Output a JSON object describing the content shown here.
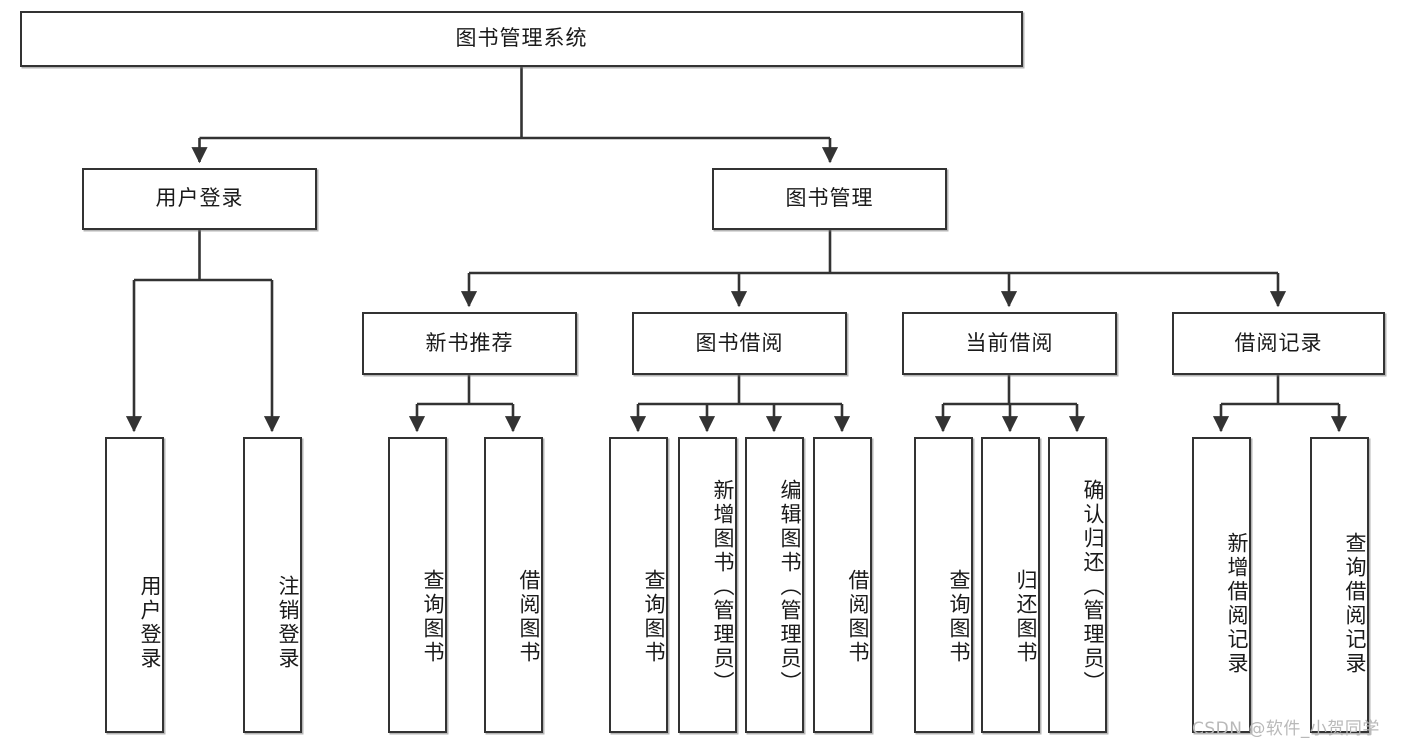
{
  "diagram": {
    "title": "图书管理系统",
    "type": "tree-hierarchy-chart",
    "root": {
      "label": "图书管理系统"
    },
    "level1": [
      {
        "label": "用户登录"
      },
      {
        "label": "图书管理"
      }
    ],
    "level2": [
      {
        "label": "新书推荐"
      },
      {
        "label": "图书借阅"
      },
      {
        "label": "当前借阅"
      },
      {
        "label": "借阅记录"
      }
    ],
    "leaves": {
      "user_login": [
        {
          "label": "用户登录"
        },
        {
          "label": "注销登录"
        }
      ],
      "new_book_recommend": [
        {
          "label": "查询图书"
        },
        {
          "label": "借阅图书"
        }
      ],
      "book_borrow": [
        {
          "label": "查询图书"
        },
        {
          "label": "新增图书（管理员）"
        },
        {
          "label": "编辑图书（管理员）"
        },
        {
          "label": "借阅图书"
        }
      ],
      "current_borrow": [
        {
          "label": "查询图书"
        },
        {
          "label": "归还图书"
        },
        {
          "label": "确认归还（管理员）"
        }
      ],
      "borrow_record": [
        {
          "label": "新增借阅记录"
        },
        {
          "label": "查询借阅记录"
        }
      ]
    }
  },
  "watermark": {
    "text": "CSDN @软件_小贺同学"
  },
  "colors": {
    "box_border": "#333333",
    "line": "#333333",
    "background": "#ffffff",
    "text": "#1a1a1a",
    "watermark": "#b9b9b9"
  }
}
